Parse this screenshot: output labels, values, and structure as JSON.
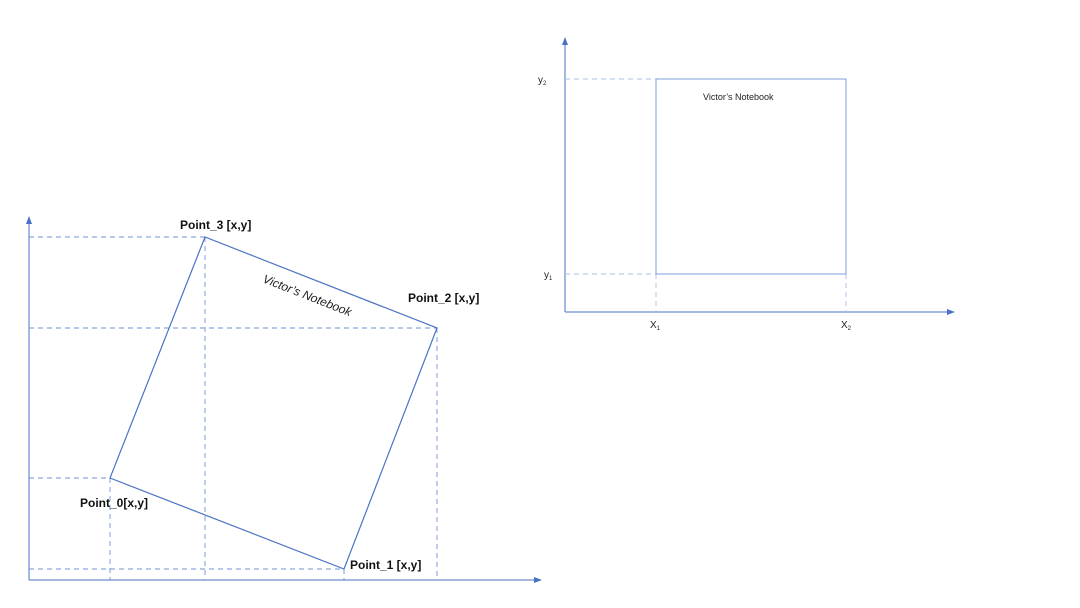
{
  "left_diagram": {
    "points": [
      {
        "label": "Point_0[x,y]"
      },
      {
        "label": "Point_1 [x,y]"
      },
      {
        "label": "Point_2 [x,y]"
      },
      {
        "label": "Point_3 [x,y]"
      }
    ],
    "watermark": "Victor’s Notebook"
  },
  "right_diagram": {
    "y_labels": [
      {
        "base": "y",
        "sub": "2"
      },
      {
        "base": "y",
        "sub": "1"
      }
    ],
    "x_labels": [
      {
        "base": "X",
        "sub": "1"
      },
      {
        "base": "X",
        "sub": "2"
      }
    ],
    "watermark": "Victor’s Notebook"
  }
}
